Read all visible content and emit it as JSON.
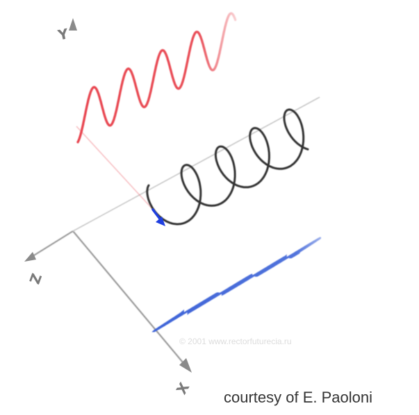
{
  "axes": {
    "y_label": "Y",
    "z_label": "Z",
    "x_label": "X"
  },
  "watermark": "© 2001 www.rectorfuturecia.ru",
  "caption": "courtesy of E. Paoloni",
  "colors": {
    "axis": "#9a9a9a",
    "axis_arrow": "#7a7a7a",
    "helix": "#333333",
    "vertical_wave": "#e8454f",
    "horizontal_wave": "#3e64d8",
    "vector": "#1f3fe0",
    "caption": "#333333"
  }
}
